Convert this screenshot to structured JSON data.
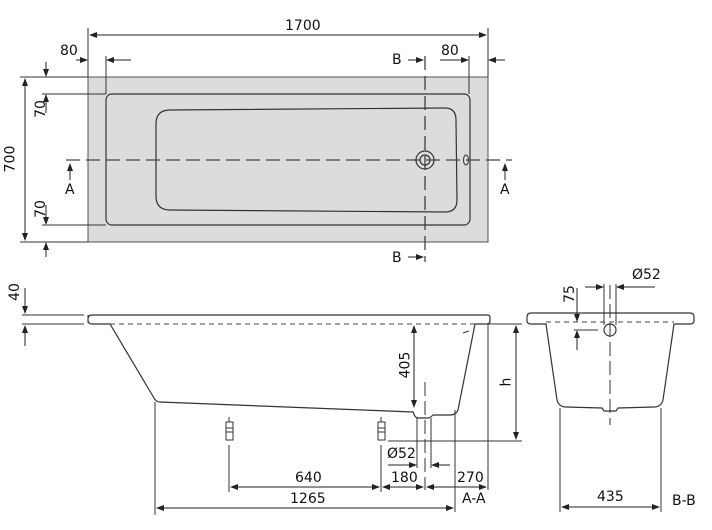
{
  "colors": {
    "fill": "#dcdcdc",
    "line": "#333333",
    "dim": "#222222",
    "background": "#ffffff"
  },
  "plan_view": {
    "overall_length": "1700",
    "overall_width": "700",
    "rim_left": "80",
    "rim_right": "80",
    "rim_top": "70",
    "rim_bottom": "70",
    "section_a_label_left": "A",
    "section_a_label_right": "A",
    "section_b_label_top": "B",
    "section_b_label_bottom": "B"
  },
  "section_aa": {
    "title": "A-A",
    "rim_height": "40",
    "depth": "405",
    "height": "h",
    "drain_diameter": "Ø52",
    "dim_640": "640",
    "dim_180": "180",
    "dim_270": "270",
    "dim_1265": "1265"
  },
  "section_bb": {
    "title": "B-B",
    "overflow_offset": "75",
    "overflow_diameter": "Ø52",
    "bottom_width": "435"
  }
}
